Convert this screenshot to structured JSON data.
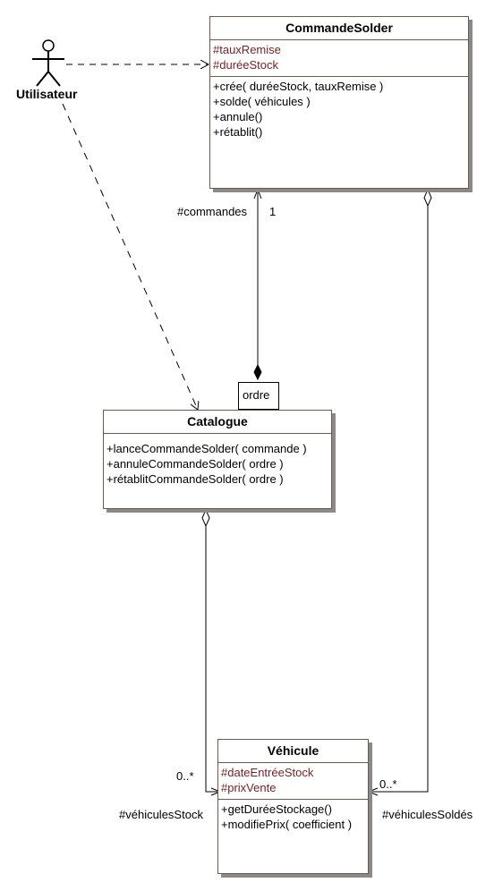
{
  "actor": {
    "name": "Utilisateur"
  },
  "classes": {
    "commande_solder": {
      "name": "CommandeSolder",
      "attributes": [
        "#tauxRemise",
        "#duréeStock"
      ],
      "operations": [
        "+crée( duréeStock, tauxRemise )",
        "+solde( véhicules )",
        "+annule()",
        "+rétablit()"
      ]
    },
    "catalogue": {
      "name": "Catalogue",
      "attributes": [],
      "operations": [
        "+lanceCommandeSolder( commande )",
        "+annuleCommandeSolder( ordre )",
        "+rétablitCommandeSolder( ordre )"
      ]
    },
    "vehicule": {
      "name": "Véhicule",
      "attributes": [
        "#dateEntréeStock",
        "#prixVente"
      ],
      "operations": [
        "+getDuréeStockage()",
        "+modifiePrix( coefficient )"
      ]
    }
  },
  "associations": {
    "commandes": {
      "role": "#commandes",
      "multiplicity": "1",
      "qualifier": "ordre"
    },
    "vehicules_stock": {
      "role": "#véhiculesStock",
      "multiplicity": "0..*"
    },
    "vehicules_soldes": {
      "role": "#véhiculesSoldés",
      "multiplicity": "0..*"
    }
  },
  "colors": {
    "border": "#6b5a4a",
    "shadow": "#8a8a8a",
    "attribute_text": "#7a1f1f"
  }
}
